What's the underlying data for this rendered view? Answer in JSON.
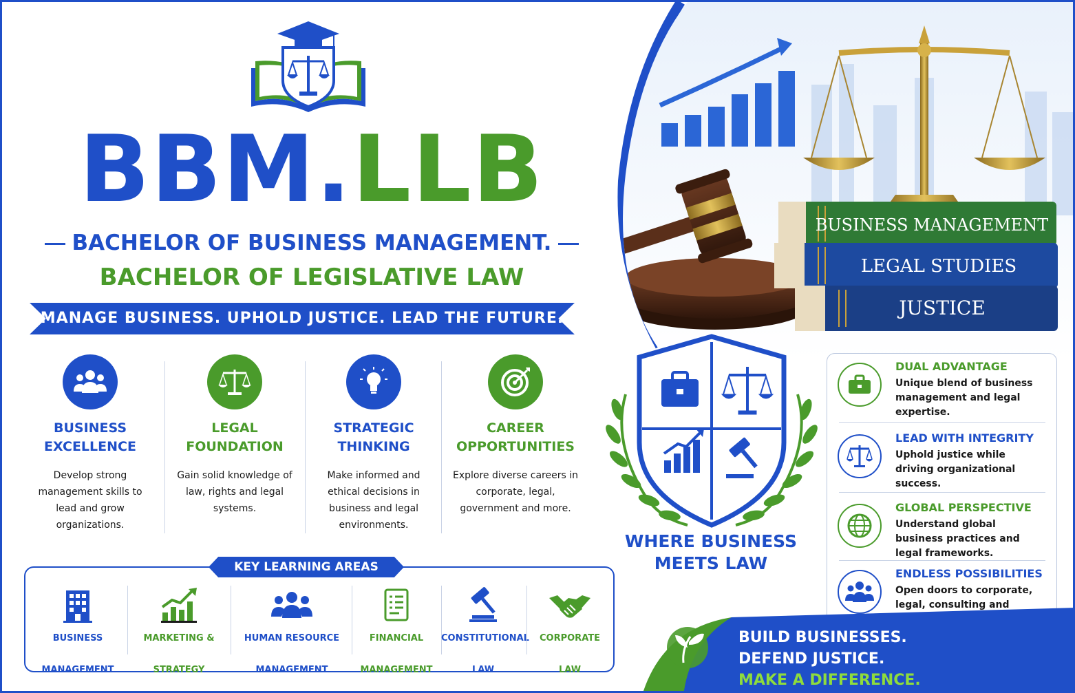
{
  "title": {
    "part1": "BBM.",
    "part2": "LLB"
  },
  "subtitle": {
    "line1": "BACHELOR OF BUSINESS MANAGEMENT.",
    "line2": "BACHELOR OF LEGISLATIVE LAW"
  },
  "tagline": "MANAGE BUSINESS. UPHOLD JUSTICE. LEAD THE FUTURE.",
  "features": [
    {
      "icon": "people-icon",
      "title_l1": "BUSINESS",
      "title_l2": "EXCELLENCE",
      "text": "Develop strong management skills to lead and grow organizations.",
      "color": "#1f4fc8"
    },
    {
      "icon": "scales-icon",
      "title_l1": "LEGAL",
      "title_l2": "FOUNDATION",
      "text": "Gain solid knowledge of law, rights and legal systems.",
      "color": "#4a9b2b"
    },
    {
      "icon": "lightbulb-icon",
      "title_l1": "STRATEGIC",
      "title_l2": "THINKING",
      "text": "Make informed and ethical decisions in business and legal environments.",
      "color": "#1f4fc8"
    },
    {
      "icon": "target-icon",
      "title_l1": "CAREER",
      "title_l2": "OPPORTUNITIES",
      "text": "Explore diverse careers in corporate, legal, government and more.",
      "color": "#4a9b2b"
    }
  ],
  "key_learning": {
    "heading": "KEY LEARNING AREAS",
    "items": [
      {
        "icon": "building-icon",
        "l1": "BUSINESS",
        "l2": "MANAGEMENT"
      },
      {
        "icon": "growth-chart-icon",
        "l1": "MARKETING &",
        "l2": "STRATEGY"
      },
      {
        "icon": "team-icon",
        "l1": "HUMAN RESOURCE",
        "l2": "MANAGEMENT"
      },
      {
        "icon": "document-icon",
        "l1": "FINANCIAL",
        "l2": "MANAGEMENT"
      },
      {
        "icon": "gavel-icon",
        "l1": "CONSTITUTIONAL",
        "l2": "LAW"
      },
      {
        "icon": "handshake-icon",
        "l1": "CORPORATE",
        "l2": "LAW"
      }
    ]
  },
  "books": {
    "top": "BUSINESS MANAGEMENT",
    "middle": "LEGAL STUDIES",
    "bottom": "JUSTICE"
  },
  "crest_caption": {
    "l1": "WHERE BUSINESS",
    "l2": "MEETS LAW"
  },
  "advantages": [
    {
      "icon": "briefcase-icon",
      "title": "DUAL ADVANTAGE",
      "text": "Unique blend of business management and legal expertise."
    },
    {
      "icon": "scales-icon",
      "title": "LEAD WITH INTEGRITY",
      "text": "Uphold justice while driving organizational success."
    },
    {
      "icon": "globe-icon",
      "title": "GLOBAL PERSPECTIVE",
      "text": "Understand global business practices and legal frameworks."
    },
    {
      "icon": "people-icon",
      "title": "ENDLESS POSSIBILITIES",
      "text": "Open doors to corporate, legal, consulting and entrepreneurial careers."
    }
  ],
  "closing": {
    "l1": "BUILD BUSINESSES.",
    "l2": "DEFEND JUSTICE.",
    "l3": "MAKE A DIFFERENCE."
  },
  "colors": {
    "blue": "#1f4fc8",
    "green": "#4a9b2b",
    "gold": "#c9a13a",
    "book_green": "#2f7a35",
    "book_blue": "#1d4aa0"
  }
}
